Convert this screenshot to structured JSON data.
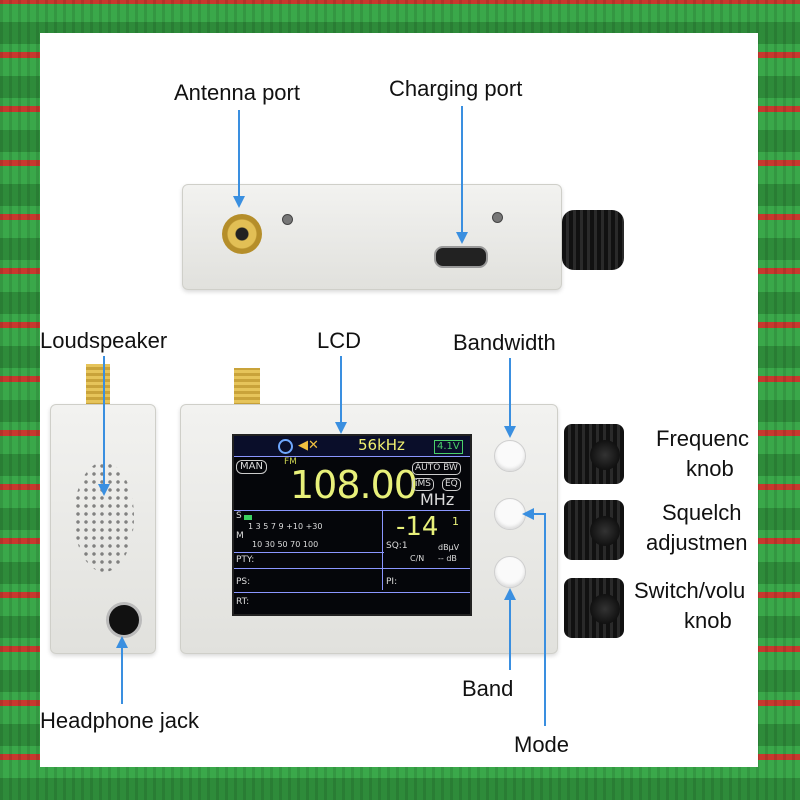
{
  "labels": {
    "antenna_port": "Antenna port",
    "charging_port": "Charging port",
    "loudspeaker": "Loudspeaker",
    "lcd": "LCD",
    "bandwidth": "Bandwidth",
    "frequency_knob_line1": "Frequenc",
    "frequency_knob_line2": "knob",
    "squelch_line1": "Squelch",
    "squelch_line2": "adjustmen",
    "switch_volume_line1": "Switch/volu",
    "switch_volume_line2": "knob",
    "band": "Band",
    "mode": "Mode",
    "headphone_jack": "Headphone jack"
  },
  "lcd": {
    "bandwidth_value": "56kHz",
    "battery": "4.1V",
    "mode": "MAN",
    "modulation": "FM",
    "frequency": "108.00",
    "unit": "MHz",
    "auto_bw": "AUTO BW",
    "ims": "iMS",
    "eq": "EQ",
    "signal_value": "-14",
    "signal_decimal": "1",
    "signal_unit": "dBµV",
    "s_label": "S",
    "m_label": "M",
    "s_scale": "1  3  5  7  9 +10  +30",
    "m_scale": "10  30  50  70     100",
    "sq": "SQ:1",
    "cn_label": "C/N",
    "cn_value": "-- dB",
    "pty": "PTY:",
    "ps": "PS:",
    "pi": "PI:",
    "rt": "RT:"
  },
  "colors": {
    "arrow": "#3a8fe0",
    "frequency_text": "#e8f07a",
    "lcd_rule": "#8a96ff"
  }
}
